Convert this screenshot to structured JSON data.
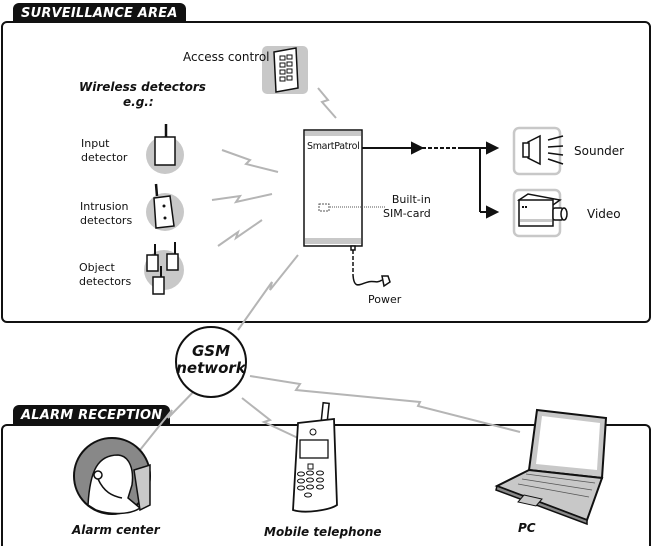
{
  "surveillance_area": {
    "title": "SURVEILLANCE AREA",
    "access_control_label": "Access control",
    "wireless_heading": "Wireless detectors",
    "wireless_eg": "e.g.:",
    "detectors": [
      {
        "line1": "Input",
        "line2": "detector"
      },
      {
        "line1": "Intrusion",
        "line2": "detectors"
      },
      {
        "line1": "Object",
        "line2": "detectors"
      }
    ],
    "central_unit_label": "SmartPatrol",
    "sim_label_line1": "Built-in",
    "sim_label_line2": "SIM-card",
    "power_label": "Power",
    "outputs": [
      {
        "label": "Sounder",
        "icon": "speaker-icon"
      },
      {
        "label": "Video",
        "icon": "camera-icon"
      }
    ]
  },
  "gsm": {
    "line1": "GSM",
    "line2": "network"
  },
  "alarm_reception": {
    "title": "ALARM RECEPTION",
    "receivers": [
      {
        "label": "Alarm center",
        "icon": "operator-headset-icon"
      },
      {
        "label": "Mobile telephone",
        "icon": "mobile-phone-icon"
      },
      {
        "label": "PC",
        "icon": "laptop-icon"
      }
    ]
  },
  "colors": {
    "ink": "#111111",
    "signal": "#b5b5b5",
    "icon_fill": "#c8c8c8"
  }
}
